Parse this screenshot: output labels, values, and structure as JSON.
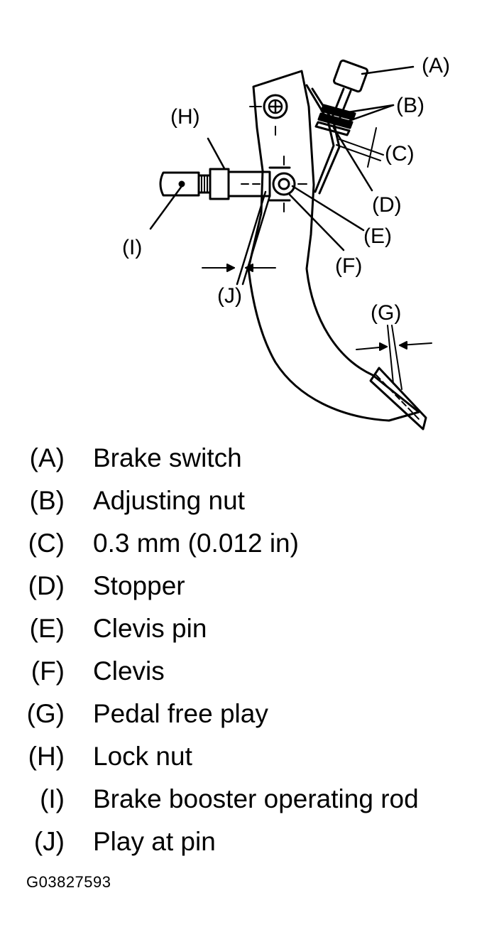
{
  "callouts": [
    "(A)",
    "(B)",
    "(C)",
    "(D)",
    "(E)",
    "(F)",
    "(G)",
    "(H)",
    "(I)",
    "(J)"
  ],
  "legend": [
    {
      "code": "(A)",
      "label": "Brake switch"
    },
    {
      "code": "(B)",
      "label": "Adjusting nut"
    },
    {
      "code": "(C)",
      "label": "0.3 mm (0.012 in)"
    },
    {
      "code": "(D)",
      "label": "Stopper"
    },
    {
      "code": "(E)",
      "label": "Clevis pin"
    },
    {
      "code": "(F)",
      "label": "Clevis"
    },
    {
      "code": "(G)",
      "label": "Pedal free play"
    },
    {
      "code": "(H)",
      "label": "Lock nut"
    },
    {
      "code": "(I)",
      "label": "Brake booster operating rod"
    },
    {
      "code": "(J)",
      "label": "Play at pin"
    }
  ],
  "figure_id": "G03827593"
}
